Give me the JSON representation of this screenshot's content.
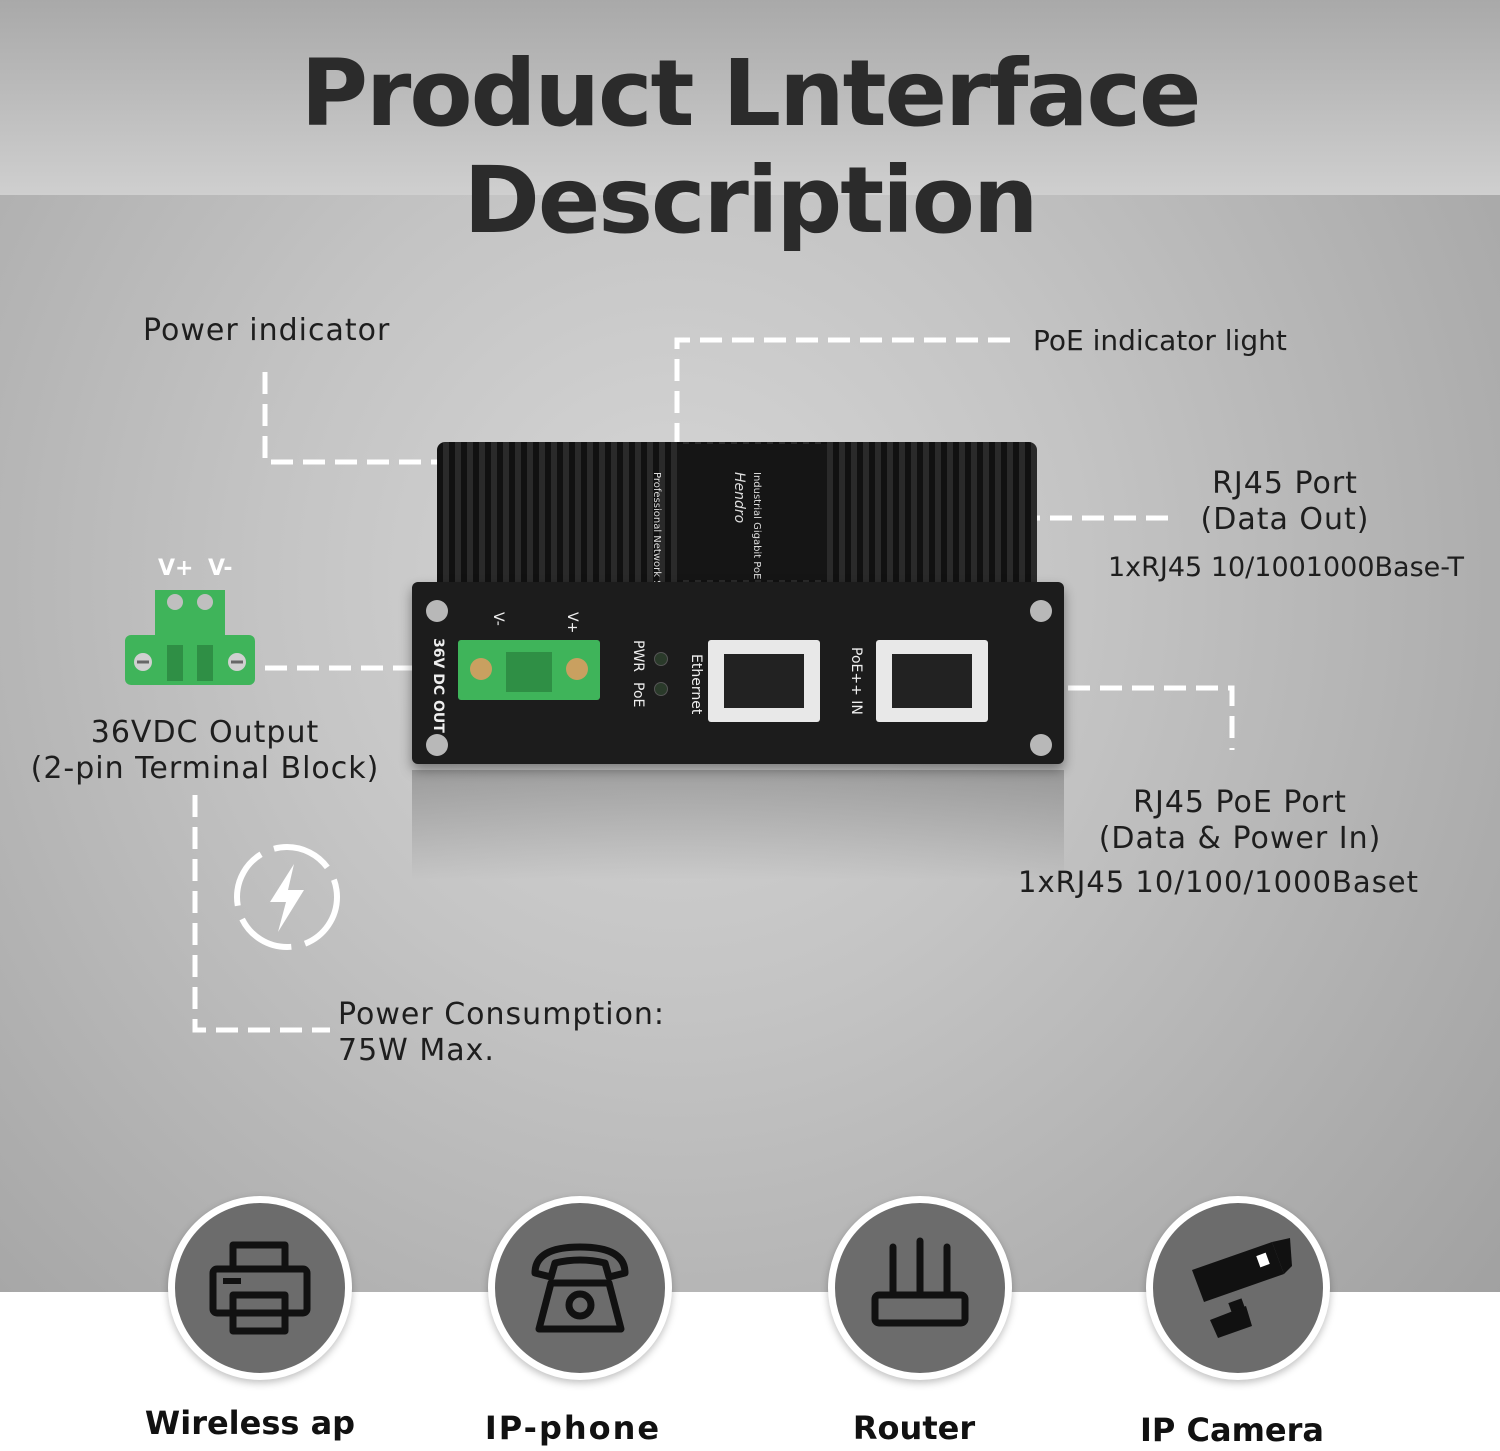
{
  "title": "Product Lnterface Description",
  "callouts": {
    "power_indicator": "Power indicator",
    "poe_indicator": "PoE indicator light",
    "rj45_port_title": "RJ45 Port",
    "rj45_port_sub": "(Data Out)",
    "rj45_port_spec": "1xRJ45 10/1001000Base-T",
    "vdc_output_title": "36VDC Output",
    "vdc_output_sub": "(2-pin Terminal Block)",
    "poe_port_title": "RJ45 PoE Port",
    "poe_port_sub": "(Data & Power In)",
    "poe_port_spec": "1xRJ45 10/100/1000Baset",
    "power_consumption": "Power Consumption:",
    "power_max": "75W Max."
  },
  "terminal_block": {
    "v_plus": "V+",
    "v_minus": "V-"
  },
  "device": {
    "brand": "Hendro",
    "model": "Industrial Gigabit PoE Splitter",
    "tagline": "Professional Network Solution",
    "dc_out": "36V DC OUT",
    "v_minus": "V-",
    "v_plus": "V+",
    "pwr": "PWR",
    "poe": "PoE",
    "ethernet": "Ethernet",
    "poe_in": "PoE++ IN"
  },
  "applications": [
    {
      "label": "Wireless ap",
      "icon": "printer-icon"
    },
    {
      "label": "IP-phone",
      "icon": "telephone-icon"
    },
    {
      "label": "Router",
      "icon": "router-icon"
    },
    {
      "label": "IP Camera",
      "icon": "camera-icon"
    }
  ],
  "colors": {
    "terminal_green": "#3fb45a",
    "device_body": "#1c1c1c",
    "icon_circle": "#6c6c6c",
    "dash_line": "#ffffff"
  }
}
